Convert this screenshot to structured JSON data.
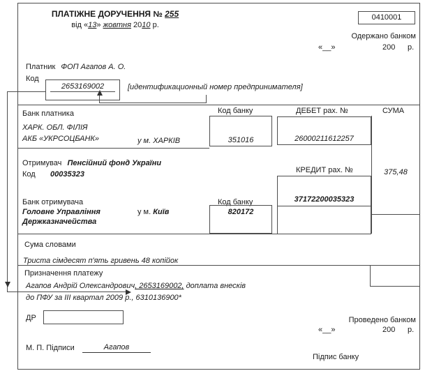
{
  "form": {
    "title": {
      "label": "ПЛАТІЖНЕ ДОРУЧЕННЯ №",
      "number": "255"
    },
    "date": {
      "p1": "від «",
      "day": "13",
      "p2": "» ",
      "month": "жовтня",
      "p3": " 20",
      "year": "10",
      "p4": " р."
    },
    "doc_code": "0410001",
    "received": {
      "label": "Одержано банком",
      "date_blank": "«__»",
      "year": "200",
      "year_suffix": "р."
    },
    "payer": {
      "label": "Платник",
      "name": "ФОП Агапов А. О.",
      "code_label": "Код",
      "code": "2653169002",
      "annotation": "[идентификационный номер предпринимателя]"
    },
    "bank_code_label": "Код банку",
    "payer_bank": {
      "label": "Банк платника",
      "name_line1": "ХАРК. ОБЛ. ФІЛІЯ",
      "name_line2": "АКБ «УКРСОЦБАНК»",
      "city": "у м. ХАРКІВ",
      "code": "351016"
    },
    "debit": {
      "label": "ДЕБЕТ рах. №",
      "account": "26000211612257"
    },
    "suma": {
      "label": "СУМА",
      "value": "375,48"
    },
    "receiver": {
      "label": "Отримувач",
      "name": "Пенсійний фонд України",
      "code_label": "Код",
      "code": "00035323"
    },
    "credit": {
      "label": "КРЕДИТ рах. №",
      "account": "37172200035323"
    },
    "receiver_bank": {
      "label": "Банк отримувача",
      "name_line1": "Головне Управління",
      "name_line2": "Держказначейства",
      "city_prefix": "у м.",
      "city": "Київ",
      "code": "820172"
    },
    "amount_words": {
      "label": "Сума словами",
      "value": "Триста сімдесят п'ять гривень 48 копійок"
    },
    "purpose": {
      "label": "Призначення платежу",
      "line1_name": "Агапов Андрій Олександрович",
      "line1_code": ", 2653169002,",
      "line1_rest": " доплата внесків",
      "line2": "до ПФУ за III квартал 2009 р., 6310136900*"
    },
    "dr_label": "ДР",
    "processed": {
      "label": "Проведено банком",
      "date_blank": "«__»",
      "year": "200",
      "year_suffix": "р."
    },
    "signatures": {
      "label": "М. П. Підписи",
      "value": "Агапов"
    },
    "bank_signature_label": "Підпис банку",
    "colors": {
      "ink": "#1a1a1a",
      "line": "#4d4d4d"
    }
  }
}
